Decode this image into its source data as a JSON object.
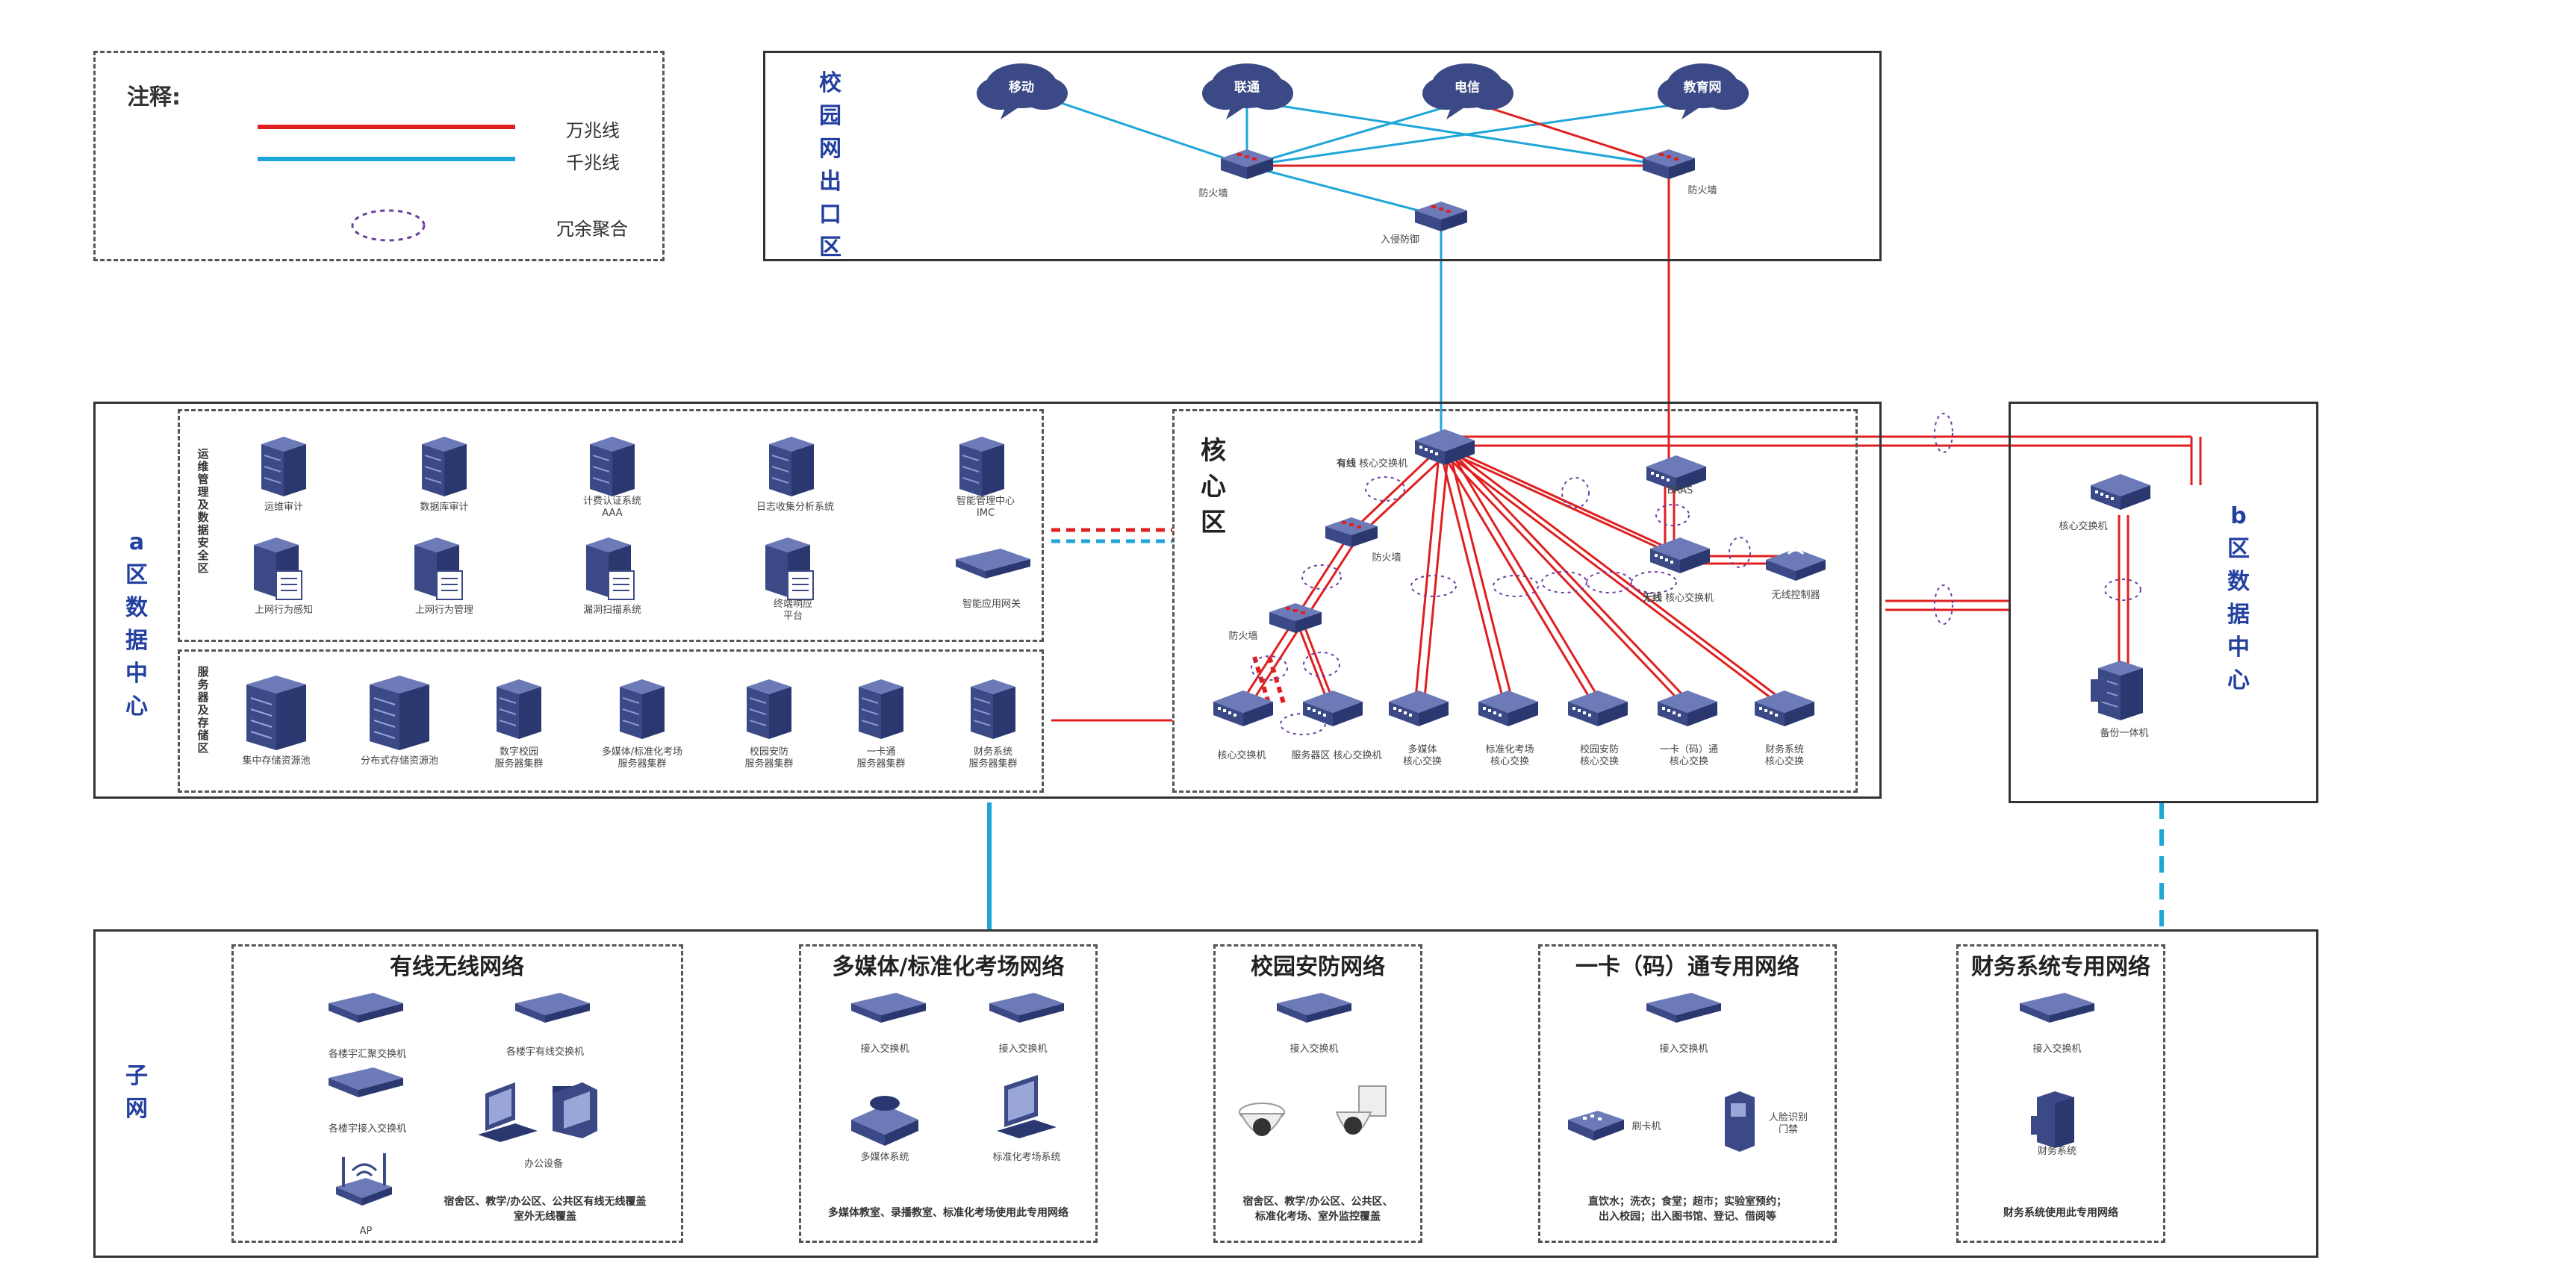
{
  "legend": {
    "title": "注释:",
    "items": [
      {
        "label": "万兆线",
        "color": "#e02020"
      },
      {
        "label": "千兆线",
        "color": "#1ea6d8"
      },
      {
        "label": "冗余聚合",
        "color": "#6a3fa0"
      }
    ]
  },
  "colors": {
    "ten_gig": "#e02020",
    "gig": "#1ea6d8",
    "device": "#3b4a86",
    "title": "#2340a0"
  },
  "exit_zone": {
    "title": "校园网出口区",
    "clouds": [
      "移动",
      "联通",
      "电信",
      "教育网"
    ],
    "firewall_left": "防火墙",
    "firewall_right": "防火墙",
    "ids": "入侵防御"
  },
  "zone_a": {
    "title": "a区数据中心",
    "ops": {
      "title": "运维管理及数据安全区",
      "row1": [
        "运维审计",
        "数据库审计",
        "计费认证系统\nAAA",
        "日志收集分析系统",
        "智能管理中心\nIMC"
      ],
      "row2": [
        "上网行为感知",
        "上网行为管理",
        "漏洞扫描系统",
        "终端响应\n平台",
        "智能应用网关"
      ]
    },
    "servers": {
      "title": "服务器及存储区",
      "items": [
        "集中存储资源池",
        "分布式存储资源池",
        "数字校园\n服务器集群",
        "多媒体/标准化考场\n服务器集群",
        "校园安防\n服务器集群",
        "一卡通\n服务器集群",
        "财务系统\n服务器集群"
      ]
    }
  },
  "core": {
    "title": "核心区",
    "wired_prefix": "有线",
    "wired_core": "核心交换机",
    "firewall1": "防火墙",
    "firewall2": "防火墙",
    "bras": "BRAS",
    "wireless_prefix": "无线",
    "wireless_core": "核心交换机",
    "wlc": "无线控制器",
    "bottom": [
      "核心交换机",
      "服务器区 核心交换机",
      "多媒体\n核心交换",
      "标准化考场\n核心交换",
      "校园安防\n核心交换",
      "一卡（码）通\n核心交换",
      "财务系统\n核心交换"
    ]
  },
  "zone_b": {
    "title": "b区数据中心",
    "core": "核心交换机",
    "backup": "备份一体机"
  },
  "subnet": {
    "title": "子网",
    "wired_wireless": {
      "title": "有线无线网络",
      "sw1": "各楼宇汇聚交换机",
      "sw2": "各楼宇有线交换机",
      "sw3": "各楼宇接入交换机",
      "office": "办公设备",
      "ap": "AP",
      "note": "宿舍区、教学/办公区、公共区有线无线覆盖\n室外无线覆盖"
    },
    "multimedia": {
      "title": "多媒体/标准化考场网络",
      "sw1": "接入交换机",
      "sw2": "接入交换机",
      "dev1": "多媒体系统",
      "dev2": "标准化考场系统",
      "note": "多媒体教室、录播教室、标准化考场使用此专用网络"
    },
    "security": {
      "title": "校园安防网络",
      "sw": "接入交换机",
      "note": "宿舍区、教学/办公区、公共区、\n标准化考场、室外监控覆盖"
    },
    "card": {
      "title": "一卡（码）通专用网络",
      "sw": "接入交换机",
      "dev1": "刷卡机",
      "dev2": "人脸识别\n门禁",
      "note": "直饮水；洗衣；食堂；超市；实验室预约；\n出入校园；出入图书馆、登记、借阅等"
    },
    "finance": {
      "title": "财务系统专用网络",
      "sw": "接入交换机",
      "dev": "财务系统",
      "note": "财务系统使用此专用网络"
    }
  }
}
